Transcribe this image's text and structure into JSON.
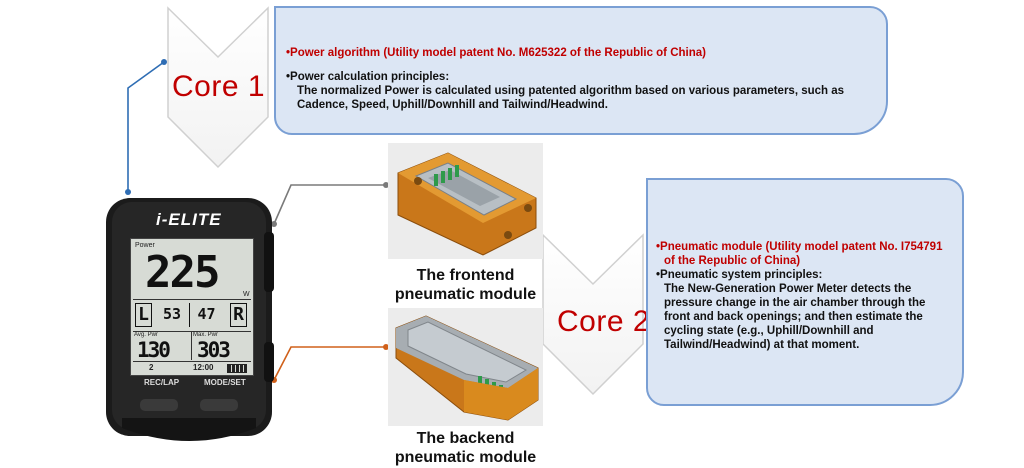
{
  "core1": {
    "label": "Core 1",
    "title": "•Power algorithm (Utility model patent No. M625322 of the Republic of China)",
    "heading": "•Power calculation principles:",
    "body": "The normalized Power is calculated using patented algorithm based on various parameters, such as Cadence, Speed, Uphill/Downhill and Tailwind/Headwind."
  },
  "core2": {
    "label": "Core 2",
    "title_line1": "•Pneumatic module (Utility model patent No. I754791",
    "title_line2": "of the Republic of China)",
    "heading": "•Pneumatic system principles:",
    "body": "The New-Generation Power Meter detects the pressure change in the air chamber through the front and back openings; and then estimate the cycling state (e.g., Uphill/Downhill and Tailwind/Headwind) at that moment."
  },
  "modules": {
    "frontend_line1": "The frontend",
    "frontend_line2": "pneumatic module",
    "backend_line1": "The backend",
    "backend_line2": "pneumatic module"
  },
  "device": {
    "brand": "i-ELITE",
    "power_label": "Power",
    "power_value": "225",
    "power_unit": "W",
    "left_marker": "L",
    "left_value": "53",
    "right_value": "47",
    "right_marker": "R",
    "avg_label": "Avg. Pwr",
    "avg_value": "130",
    "max_label": "Max. Pwr",
    "max_value": "303",
    "lap_count": "2",
    "clock": "12:00",
    "btn_left": "REC/LAP",
    "btn_right": "MODE/SET"
  },
  "colors": {
    "core_red": "#c00000",
    "box_fill": "#dce6f4",
    "box_border": "#7a9fd4",
    "connector_blue": "#2e6db4",
    "connector_gray": "#7a7a7a",
    "connector_orange": "#d0601a",
    "module_orange": "#d98a1e"
  }
}
